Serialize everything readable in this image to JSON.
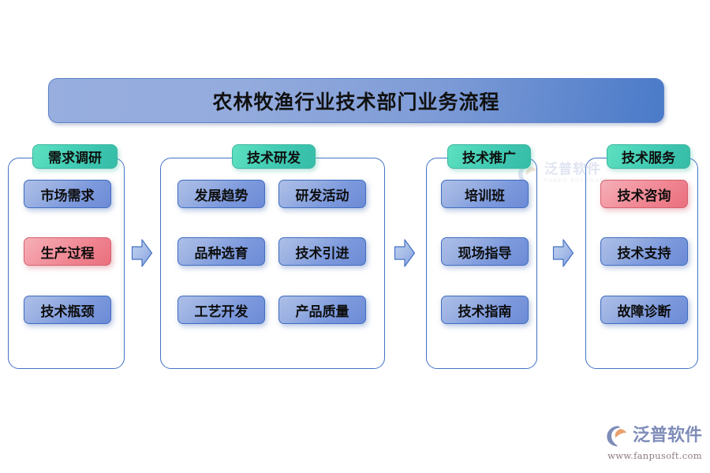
{
  "title": {
    "text": "农林牧渔行业技术部门业务流程"
  },
  "phases": [
    {
      "name": "需求调研",
      "items": [
        {
          "label": "市场需求",
          "color": "blue"
        },
        {
          "label": "生产过程",
          "color": "red"
        },
        {
          "label": "技术瓶颈",
          "color": "blue"
        }
      ]
    },
    {
      "name": "技术研发",
      "items": [
        {
          "label": "发展趋势",
          "color": "blue"
        },
        {
          "label": "研发活动",
          "color": "blue"
        },
        {
          "label": "品种选育",
          "color": "blue"
        },
        {
          "label": "技术引进",
          "color": "blue"
        },
        {
          "label": "工艺开发",
          "color": "blue"
        },
        {
          "label": "产品质量",
          "color": "blue"
        }
      ]
    },
    {
      "name": "技术推广",
      "items": [
        {
          "label": "培训班",
          "color": "blue"
        },
        {
          "label": "现场指导",
          "color": "blue"
        },
        {
          "label": "技术指南",
          "color": "blue"
        }
      ]
    },
    {
      "name": "技术服务",
      "items": [
        {
          "label": "技术咨询",
          "color": "red"
        },
        {
          "label": "技术支持",
          "color": "blue"
        },
        {
          "label": "故障诊断",
          "color": "blue"
        }
      ]
    }
  ],
  "connectors": [
    {
      "icon": "arrow-right-icon"
    },
    {
      "icon": "arrow-right-icon"
    },
    {
      "icon": "arrow-right-icon"
    }
  ],
  "watermark": {
    "brand_cn": "泛普软件",
    "brand_en": "FANPU SOFTWARE"
  },
  "logo": {
    "brand_cn": "泛普软件",
    "url": "www.fanpusoft.com"
  },
  "colors": {
    "title_banner_left": "#97aedf",
    "title_banner_right": "#4a7ac8",
    "phase_chip_teal": "#44cfb4",
    "item_blue": "#8aa4dd",
    "item_red": "#f08f9b",
    "container_border": "#4472c4",
    "arrow_fill": "#9db5e3",
    "arrow_border": "#4472c4"
  }
}
